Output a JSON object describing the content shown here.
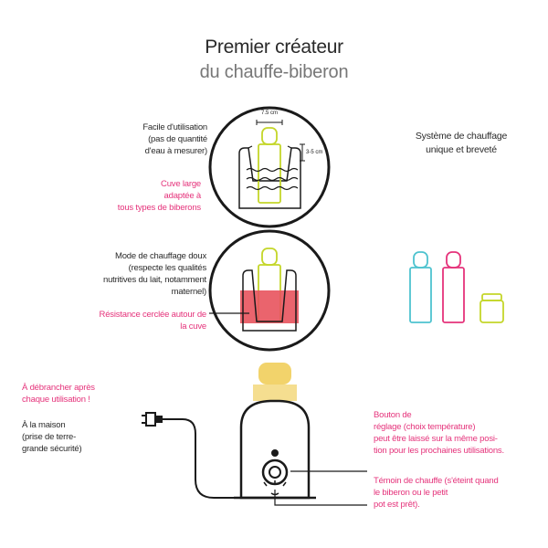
{
  "title": "Premier créateur",
  "subtitle": "du chauffe-biberon",
  "circle1": {
    "dim_top": "7.5 cm",
    "dim_side": "3-5 cm",
    "label_ease": [
      "Facile d'utilisation",
      "(pas de quantité",
      "d'eau à mesurer)"
    ],
    "label_tank": [
      "Cuve large",
      "adaptée à",
      "tous types de biberons"
    ]
  },
  "system": [
    "Système de chauffage",
    "unique et breveté"
  ],
  "circle2": {
    "label_mode": [
      "Mode de chauffage doux",
      "(respecte les qualités",
      "nutritives du lait, notamment",
      "maternel)"
    ],
    "label_resistance": [
      "Résistance cerclée autour de",
      "la cuve"
    ]
  },
  "unplug": [
    "À débrancher après",
    "chaque utilisation !"
  ],
  "home": [
    "À la maison",
    "(prise de terre-",
    "grande sécurité)"
  ],
  "knob": [
    "Bouton de",
    "réglage (choix température)",
    "peut être laissé sur la même posi-",
    "tion pour les prochaines utilisations."
  ],
  "indicator": [
    "Témoin de chauffe (s'éteint quand",
    "le biberon ou le petit",
    "pot est prêt)."
  ],
  "colors": {
    "pink": "#e5337b",
    "lime": "#c4d62a",
    "cyan": "#4ec3cf",
    "heater": "#e8535d",
    "bottle_gold": "#f2d36b",
    "ink": "#222222"
  },
  "icons": [
    "plug-icon",
    "light-rays-icon",
    "knob-icon"
  ]
}
